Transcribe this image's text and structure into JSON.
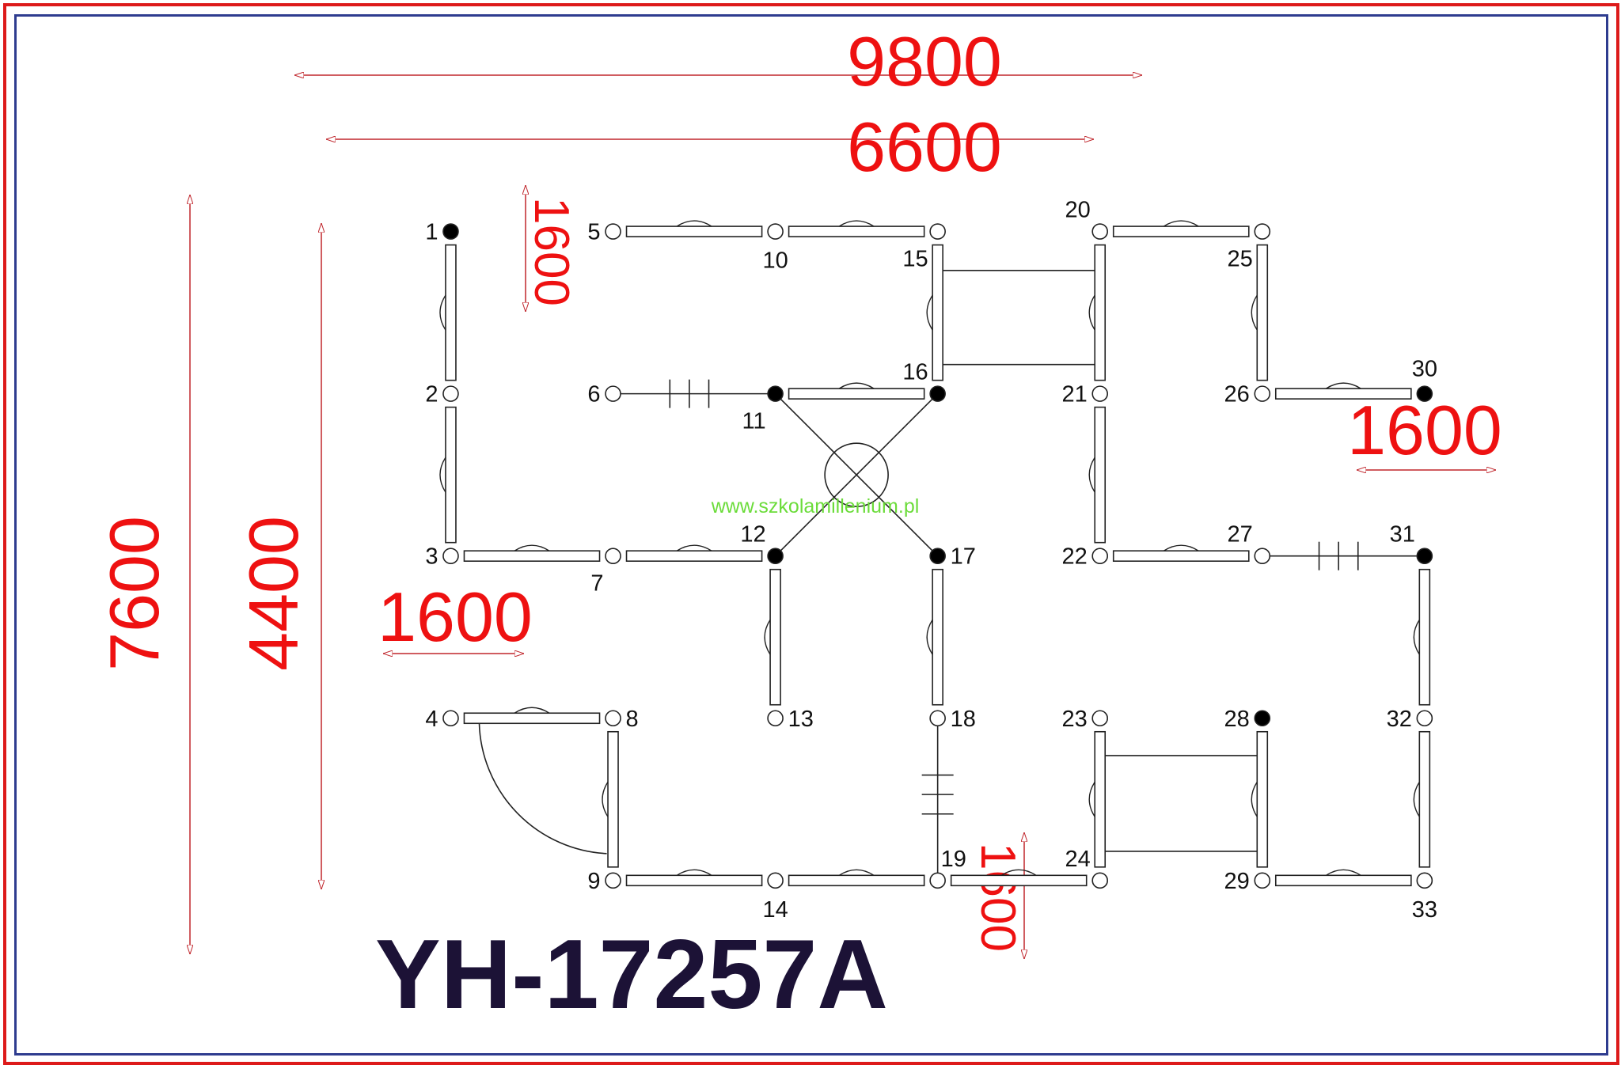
{
  "title": "YH-17257A",
  "watermark": "www.szkolamillenium.pl",
  "colors": {
    "dimension": "#ee1111",
    "frame_outer": "#dd1a1a",
    "frame_inner": "#2e3c8f",
    "title": "#1c1236",
    "watermark": "#6bdc3a"
  },
  "dimensions": {
    "overall_width": "9800",
    "inner_width": "6600",
    "overall_depth": "7600",
    "inner_depth": "4400",
    "module_top": "1600",
    "module_right": "1600",
    "module_left": "1600",
    "module_bottom": "1600"
  },
  "nodes": [
    {
      "id": "1",
      "filled": true
    },
    {
      "id": "2",
      "filled": false
    },
    {
      "id": "3",
      "filled": false
    },
    {
      "id": "4",
      "filled": false
    },
    {
      "id": "5",
      "filled": false
    },
    {
      "id": "6",
      "filled": false
    },
    {
      "id": "7",
      "filled": false
    },
    {
      "id": "8",
      "filled": false
    },
    {
      "id": "9",
      "filled": false
    },
    {
      "id": "10",
      "filled": false
    },
    {
      "id": "11",
      "filled": true
    },
    {
      "id": "12",
      "filled": true
    },
    {
      "id": "13",
      "filled": false
    },
    {
      "id": "14",
      "filled": false
    },
    {
      "id": "15",
      "filled": false
    },
    {
      "id": "16",
      "filled": true
    },
    {
      "id": "17",
      "filled": true
    },
    {
      "id": "18",
      "filled": false
    },
    {
      "id": "19",
      "filled": false
    },
    {
      "id": "20",
      "filled": false
    },
    {
      "id": "21",
      "filled": false
    },
    {
      "id": "22",
      "filled": false
    },
    {
      "id": "23",
      "filled": false
    },
    {
      "id": "24",
      "filled": false
    },
    {
      "id": "25",
      "filled": false
    },
    {
      "id": "26",
      "filled": false
    },
    {
      "id": "27",
      "filled": false
    },
    {
      "id": "28",
      "filled": true
    },
    {
      "id": "29",
      "filled": false
    },
    {
      "id": "30",
      "filled": true
    },
    {
      "id": "31",
      "filled": true
    },
    {
      "id": "32",
      "filled": false
    },
    {
      "id": "33",
      "filled": false
    }
  ]
}
